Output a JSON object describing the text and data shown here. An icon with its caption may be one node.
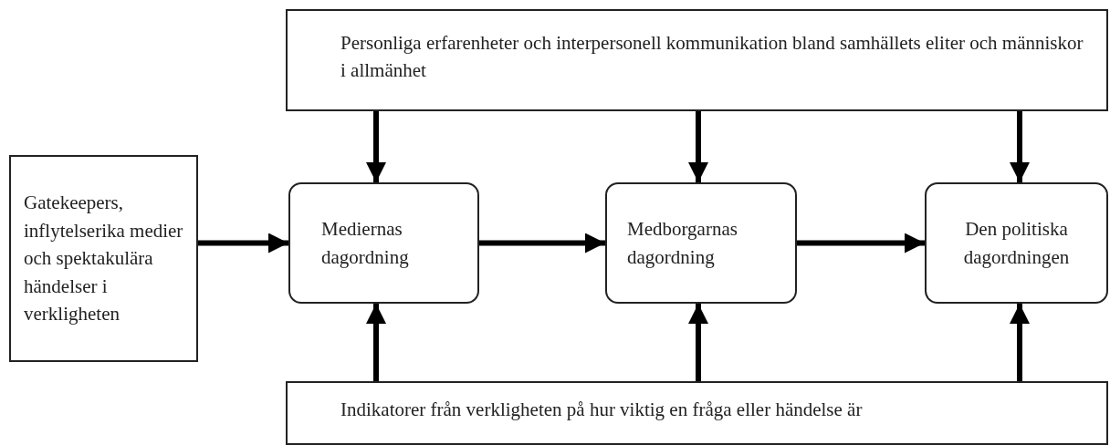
{
  "diagram": {
    "nodes": [
      {
        "text": [
          "Personliga erfarenheter och interpersonell kommunikation bland samhällets eliter och människor i allmänhet"
        ]
      },
      {
        "text": [
          "Gatekeepers, inflytelserika medier och spektakulära händelser i verkligheten"
        ]
      },
      {
        "text": [
          "Mediernas dagordning"
        ]
      },
      {
        "text": [
          "Medborgarnas dagordning"
        ]
      },
      {
        "text": [
          "Den politiska dagordningen"
        ]
      },
      {
        "text": [
          "Indikatorer från verkligheten på hur viktig en fråga eller händelse är"
        ]
      }
    ],
    "edges": [
      {
        "from": 1,
        "to": 2,
        "arrow": "to"
      },
      {
        "from": 2,
        "to": 3,
        "arrow": "to"
      },
      {
        "from": 3,
        "to": 4,
        "arrow": "to"
      },
      {
        "from": 0,
        "to": 2,
        "arrow": "to"
      },
      {
        "from": 0,
        "to": 3,
        "arrow": "to"
      },
      {
        "from": 0,
        "to": 4,
        "arrow": "to"
      },
      {
        "from": 5,
        "to": 2,
        "arrow": "to"
      },
      {
        "from": 5,
        "to": 3,
        "arrow": "to"
      },
      {
        "from": 5,
        "to": 4,
        "arrow": "to"
      }
    ]
  }
}
